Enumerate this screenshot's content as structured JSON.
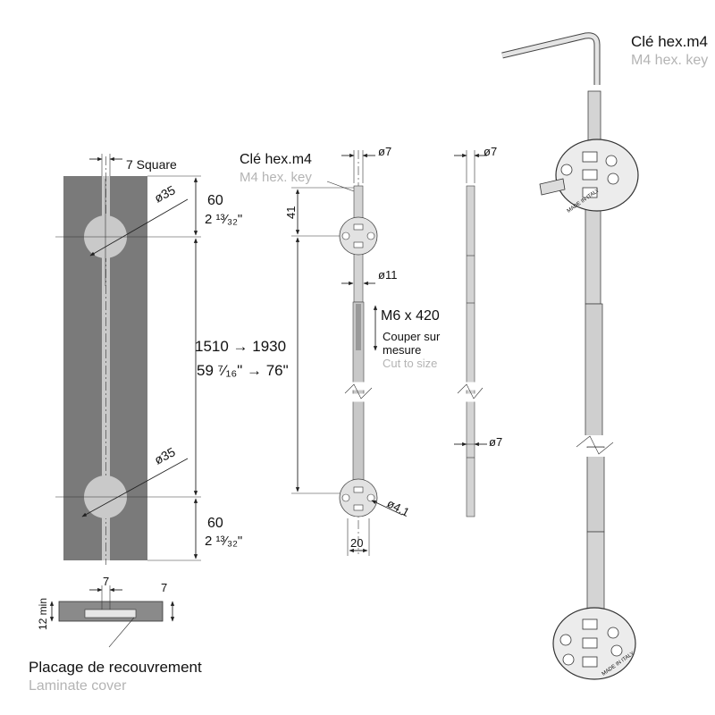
{
  "colors": {
    "panel": "#7a7a7a",
    "groove": "#c9c9c9",
    "rod": "#d4d4d4",
    "disc": "#e2e2e2",
    "label": "#111111",
    "label_secondary": "#b4b4b4"
  },
  "panel_view": {
    "square_label": "7 Square",
    "top_hole_diameter": "ø35",
    "top_offset": "60",
    "top_offset_inch": "2 ¹³⁄₃₂\"",
    "range_mm": "1510 → 1930",
    "range_inch": "59 ⁷⁄₁₆\" → 76\"",
    "bottom_hole_diameter": "ø35",
    "bottom_offset": "60",
    "bottom_offset_inch": "2 ¹³⁄₃₂\""
  },
  "section_view": {
    "groove_width": "7",
    "depth": "7",
    "min_thickness": "12 min",
    "label_fr": "Placage de recouvrement",
    "label_en": "Laminate cover"
  },
  "front_view": {
    "key_fr": "Clé hex.m4",
    "key_en": "M4 hex. key",
    "rod_diameter": "ø7",
    "offset": "41",
    "body_diameter": "ø11",
    "thread": "M6 x 420",
    "cut_fr_1": "Couper sur",
    "cut_fr_2": "mesure",
    "cut_en": "Cut to size",
    "screw_hole": "ø4.1",
    "disc_width": "20"
  },
  "side_view": {
    "top_diameter": "ø7",
    "bottom_diameter": "ø7"
  },
  "iso_view": {
    "key_fr": "Clé hex.m4",
    "key_en": "M4 hex. key",
    "disc_text": "MADE IN ITALY"
  }
}
